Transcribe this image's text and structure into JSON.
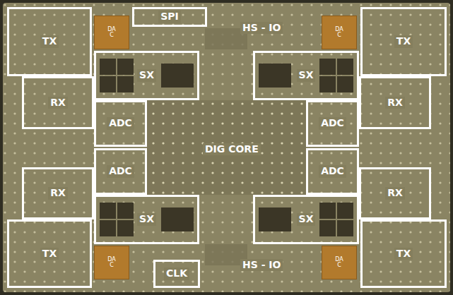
{
  "diagram": {
    "nodes": [
      {
        "text": [
          "TX"
        ]
      },
      {
        "text": [
          "DA C"
        ]
      },
      {
        "text": [
          "SPI"
        ]
      },
      {
        "text": [
          "DA C"
        ]
      },
      {
        "text": [
          "TX"
        ]
      },
      {
        "text": [
          "SX"
        ]
      },
      {
        "text": [
          "SX"
        ]
      },
      {
        "text": [
          "RX"
        ]
      },
      {
        "text": [
          "RX"
        ]
      },
      {
        "text": [
          "ADC"
        ]
      },
      {
        "text": [
          "ADC"
        ]
      },
      {
        "text": [
          "ADC"
        ]
      },
      {
        "text": [
          "ADC"
        ]
      },
      {
        "text": [
          "RX"
        ]
      },
      {
        "text": [
          "RX"
        ]
      },
      {
        "text": [
          "SX"
        ]
      },
      {
        "text": [
          "SX"
        ]
      },
      {
        "text": [
          "TX"
        ]
      },
      {
        "text": [
          "DA C"
        ]
      },
      {
        "text": [
          "CLK"
        ]
      },
      {
        "text": [
          "DA C"
        ]
      },
      {
        "text": [
          "TX"
        ]
      }
    ],
    "labels": [
      "HS - IO",
      "DIG CORE",
      "HS - IO"
    ]
  }
}
